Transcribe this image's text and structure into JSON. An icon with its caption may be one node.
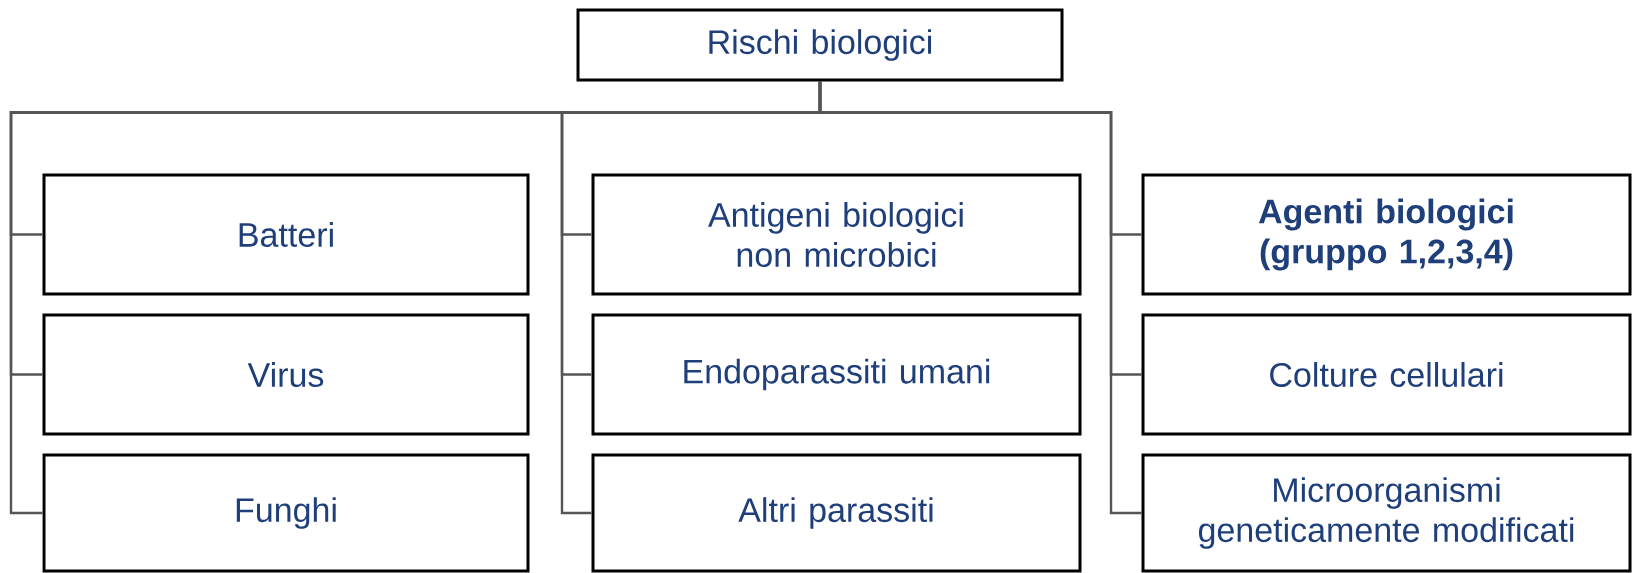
{
  "diagram": {
    "nodes": [
      {
        "text": [
          "Rischi biologici"
        ]
      },
      {
        "text": [
          "Batteri"
        ]
      },
      {
        "text": [
          "Virus"
        ]
      },
      {
        "text": [
          "Funghi"
        ]
      },
      {
        "text": [
          "Antigeni biologici non microbici"
        ]
      },
      {
        "text": [
          "Endoparassiti umani"
        ]
      },
      {
        "text": [
          "Altri parassiti"
        ]
      },
      {
        "text": [
          "Agenti biologici (gruppo 1,2,3,4)"
        ]
      },
      {
        "text": [
          "Colture cellulari"
        ]
      },
      {
        "text": [
          "Microorganismi geneticamente modificati"
        ]
      }
    ],
    "edges": [
      {
        "from": 0,
        "to": 1,
        "arrow": "none"
      },
      {
        "from": 0,
        "to": 2,
        "arrow": "none"
      },
      {
        "from": 0,
        "to": 3,
        "arrow": "none"
      },
      {
        "from": 0,
        "to": 4,
        "arrow": "none"
      },
      {
        "from": 0,
        "to": 5,
        "arrow": "none"
      },
      {
        "from": 0,
        "to": 6,
        "arrow": "none"
      },
      {
        "from": 0,
        "to": 7,
        "arrow": "none"
      },
      {
        "from": 0,
        "to": 8,
        "arrow": "none"
      },
      {
        "from": 0,
        "to": 9,
        "arrow": "none"
      }
    ]
  }
}
